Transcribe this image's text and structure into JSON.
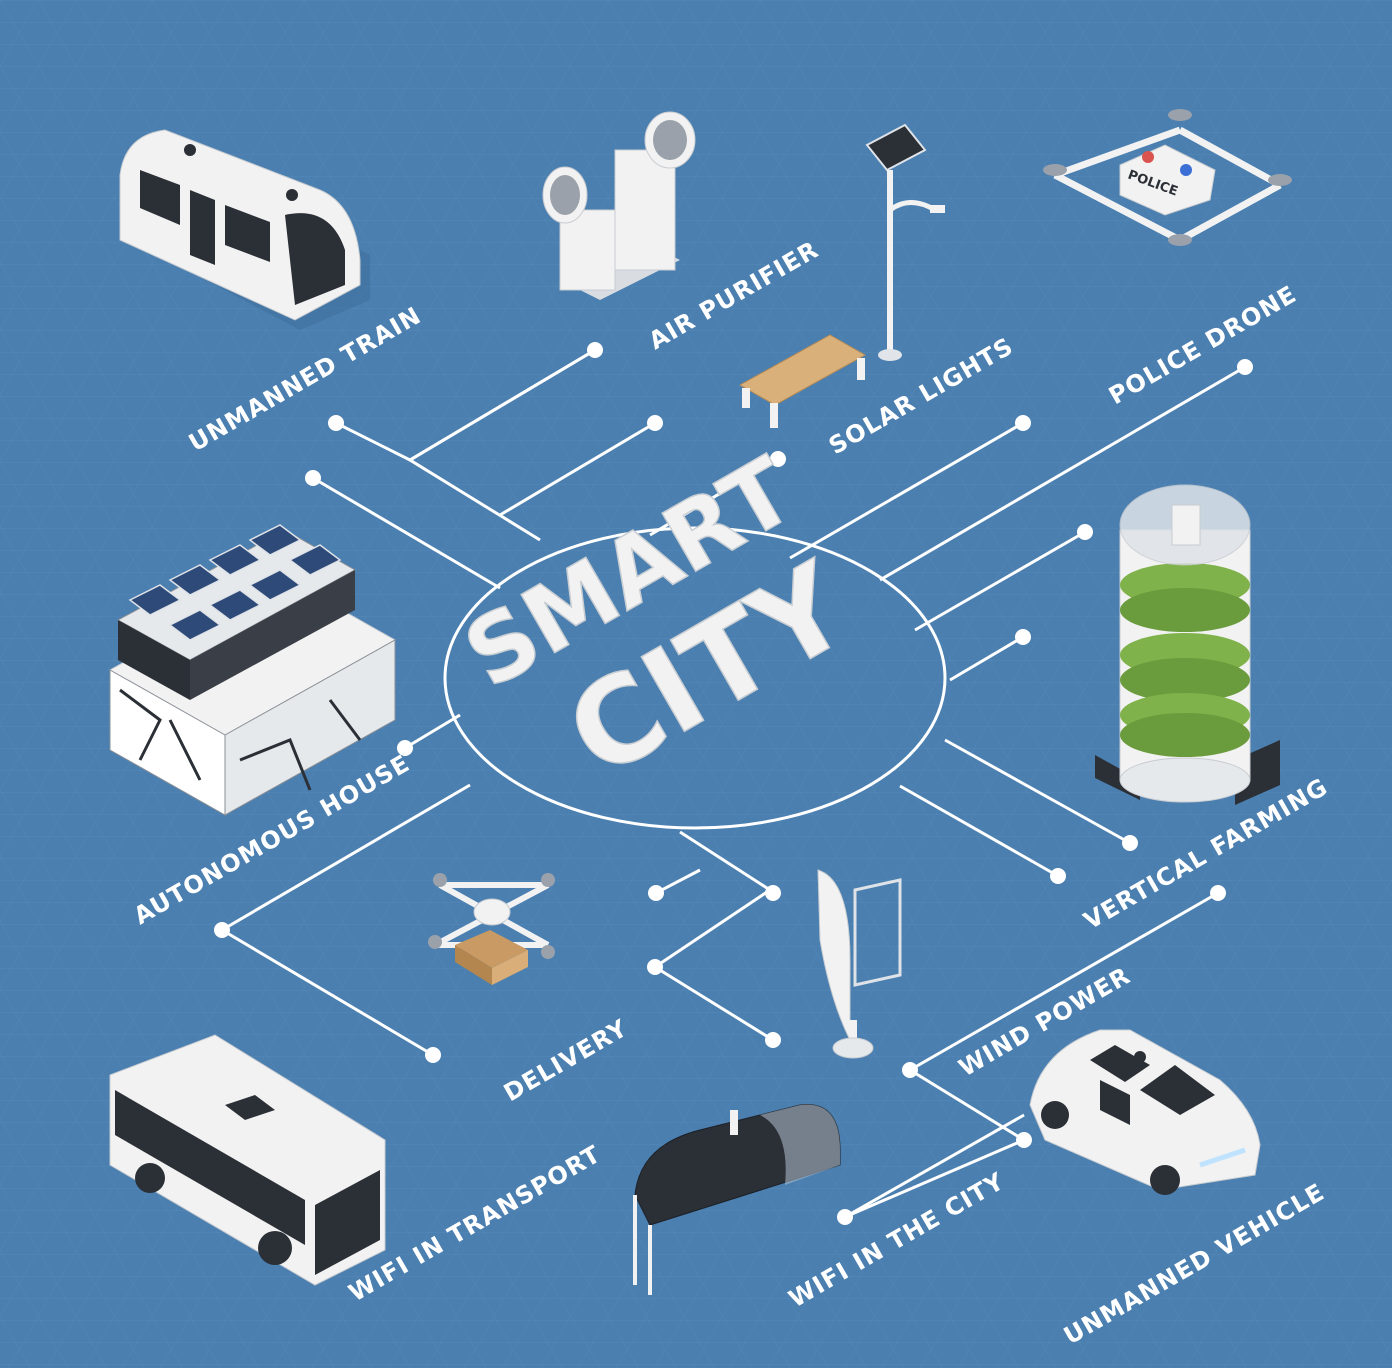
{
  "title": {
    "line1": "SMART",
    "line2": "CITY"
  },
  "labels": {
    "unmanned_train": "UNMANNED TRAIN",
    "air_purifier": "AIR PURIFIER",
    "solar_lights": "SOLAR LIGHTS",
    "police_drone": "POLICE DRONE",
    "autonomous_house": "AUTONOMOUS HOUSE",
    "vertical_farming": "VERTICAL FARMING",
    "delivery": "DELIVERY",
    "wind_power": "WIND POWER",
    "wifi_in_transport": "WIFI IN TRANSPORT",
    "wifi_in_the_city": "WIFI IN THE CITY",
    "unmanned_vehicle": "UNMANNED VEHICLE"
  },
  "drone_tag": "POLICE",
  "colors": {
    "background": "#4a7fb0",
    "lines": "#ffffff",
    "object_white": "#f2f2f2",
    "object_dark": "#2b2f36",
    "farm_green": "#7fb24a",
    "bench_wood": "#d9b07a"
  },
  "icons": [
    "unmanned-train-icon",
    "air-purifier-icon",
    "solar-light-icon",
    "bench-icon",
    "police-drone-icon",
    "autonomous-house-icon",
    "vertical-farm-icon",
    "delivery-drone-icon",
    "wind-turbine-icon",
    "bus-icon",
    "wifi-shelter-icon",
    "unmanned-car-icon"
  ]
}
